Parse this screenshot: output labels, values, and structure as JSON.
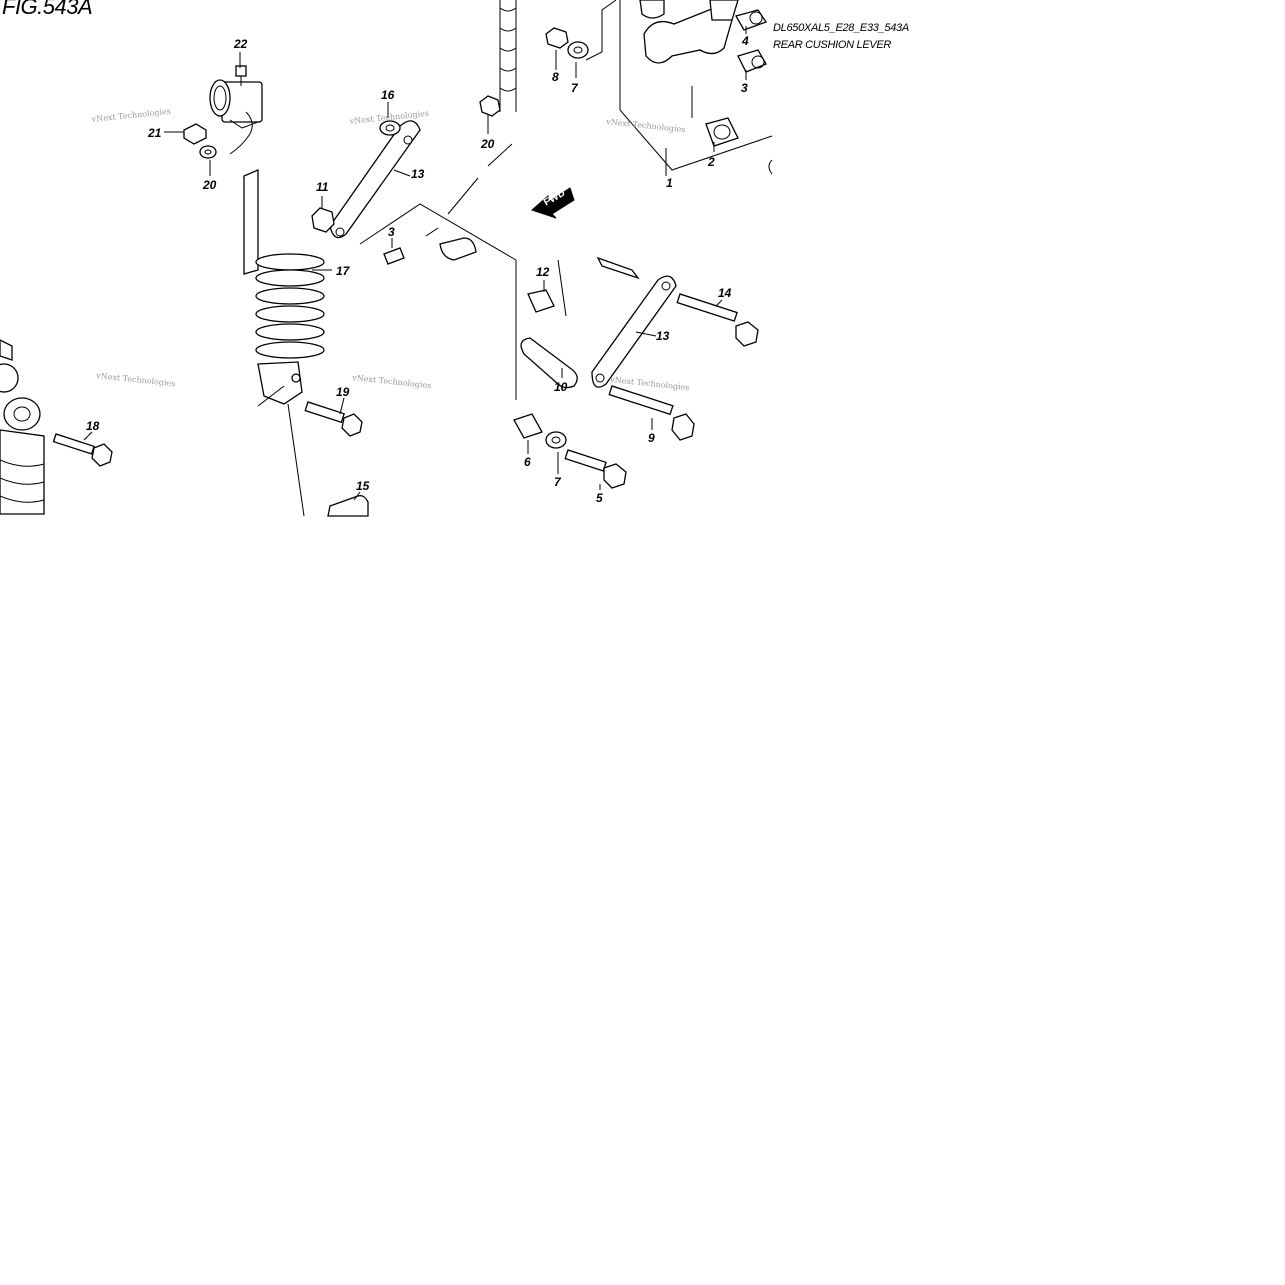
{
  "figure": {
    "title": "FIG.543A",
    "code": "DL650XAL5_E28_E33_543A",
    "name": "REAR CUSHION LEVER",
    "fwd_label": "FWD",
    "watermark": "vNext Technologies"
  },
  "callouts": [
    {
      "id": "c22",
      "text": "22"
    },
    {
      "id": "c21",
      "text": "21"
    },
    {
      "id": "c20a",
      "text": "20"
    },
    {
      "id": "c16",
      "text": "16"
    },
    {
      "id": "c13a",
      "text": "13"
    },
    {
      "id": "c11",
      "text": "11"
    },
    {
      "id": "c20b",
      "text": "20"
    },
    {
      "id": "c8",
      "text": "8"
    },
    {
      "id": "c7a",
      "text": "7"
    },
    {
      "id": "c4",
      "text": "4"
    },
    {
      "id": "c3a",
      "text": "3"
    },
    {
      "id": "c2",
      "text": "2"
    },
    {
      "id": "c1",
      "text": "1"
    },
    {
      "id": "c3b",
      "text": "3"
    },
    {
      "id": "c17",
      "text": "17"
    },
    {
      "id": "c12",
      "text": "12"
    },
    {
      "id": "c14",
      "text": "14"
    },
    {
      "id": "c13b",
      "text": "13"
    },
    {
      "id": "c10",
      "text": "10"
    },
    {
      "id": "c9",
      "text": "9"
    },
    {
      "id": "c19",
      "text": "19"
    },
    {
      "id": "c18",
      "text": "18"
    },
    {
      "id": "c6",
      "text": "6"
    },
    {
      "id": "c7b",
      "text": "7"
    },
    {
      "id": "c5",
      "text": "5"
    },
    {
      "id": "c15",
      "text": "15"
    }
  ]
}
